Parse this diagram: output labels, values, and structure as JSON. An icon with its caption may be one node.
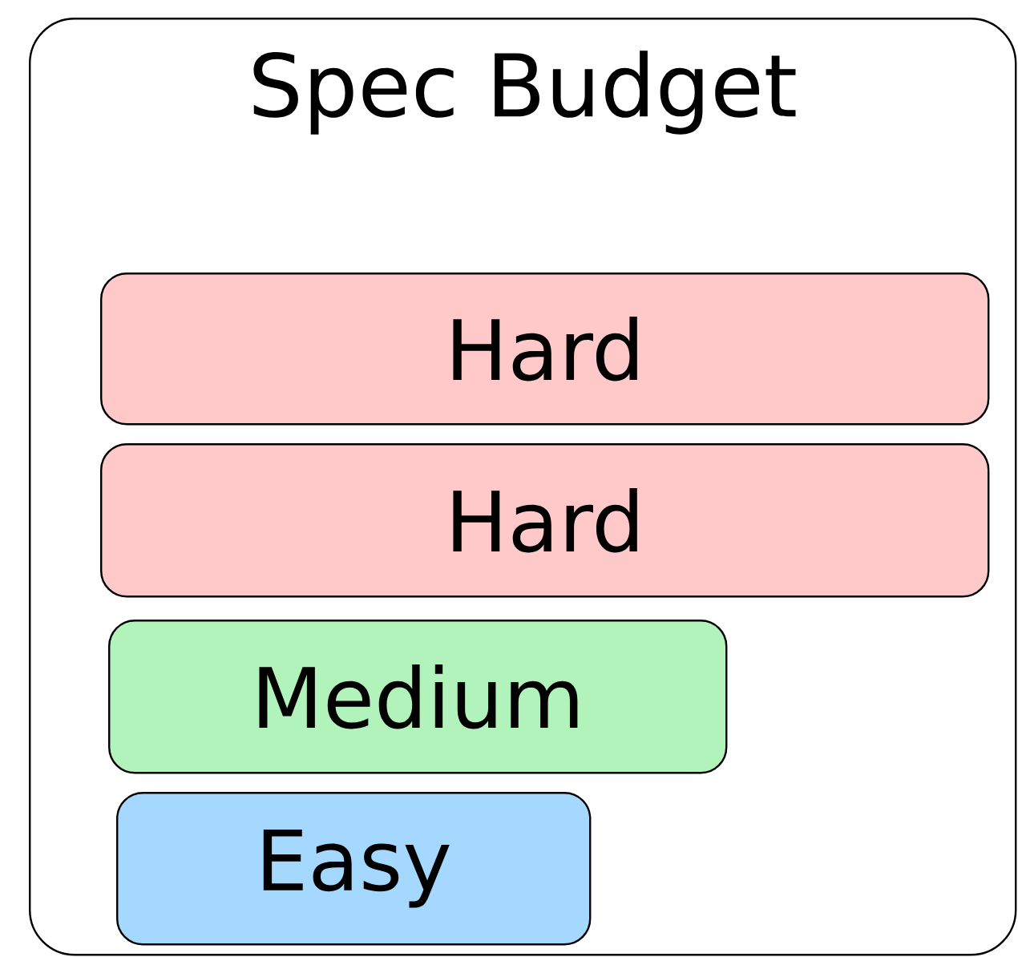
{
  "diagram": {
    "nodes": [
      {
        "text": [
          "Spec Budget"
        ]
      },
      {
        "text": [
          "Hard"
        ],
        "in": 0
      },
      {
        "text": [
          "Hard"
        ],
        "in": 0
      },
      {
        "text": [
          "Medium"
        ],
        "in": 0
      },
      {
        "text": [
          "Easy"
        ],
        "in": 0
      }
    ]
  }
}
